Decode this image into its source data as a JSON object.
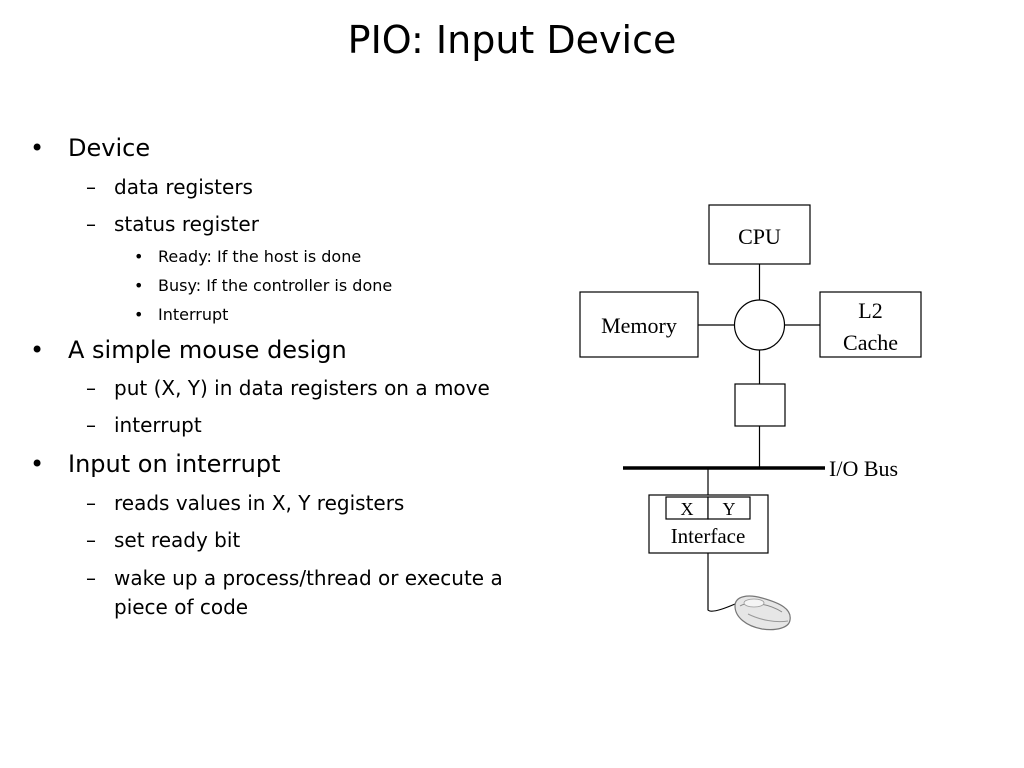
{
  "slide": {
    "title": "PIO: Input Device"
  },
  "bullets": [
    {
      "text": "Device",
      "children": [
        {
          "text": "data registers"
        },
        {
          "text": "status register",
          "children": [
            {
              "text": "Ready: If the host is done"
            },
            {
              "text": "Busy: If the controller is done"
            },
            {
              "text": "Interrupt"
            }
          ]
        }
      ]
    },
    {
      "text": "A simple mouse design",
      "children": [
        {
          "text": "put (X, Y) in data registers on a move"
        },
        {
          "text": "interrupt"
        }
      ]
    },
    {
      "text": "Input on interrupt",
      "children": [
        {
          "text": "reads values in X, Y registers"
        },
        {
          "text": "set ready bit"
        },
        {
          "text": "wake up a process/thread or execute a",
          "continuation": "piece of code"
        }
      ]
    }
  ],
  "diagram": {
    "cpu": "CPU",
    "memory": "Memory",
    "l2_line1": "L2",
    "l2_line2": "Cache",
    "io_bus": "I/O Bus",
    "reg_x": "X",
    "reg_y": "Y",
    "interface": "Interface",
    "mouse_icon": "mouse-icon"
  }
}
